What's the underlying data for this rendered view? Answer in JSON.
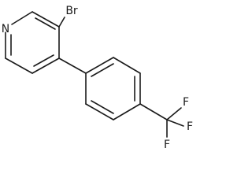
{
  "molecule": {
    "atoms": {
      "n1": "N",
      "br": "Br",
      "f1": "F",
      "f2": "F",
      "f3": "F"
    },
    "colors": {
      "ink": "#1a1a1a",
      "background": "#ffffff"
    }
  }
}
